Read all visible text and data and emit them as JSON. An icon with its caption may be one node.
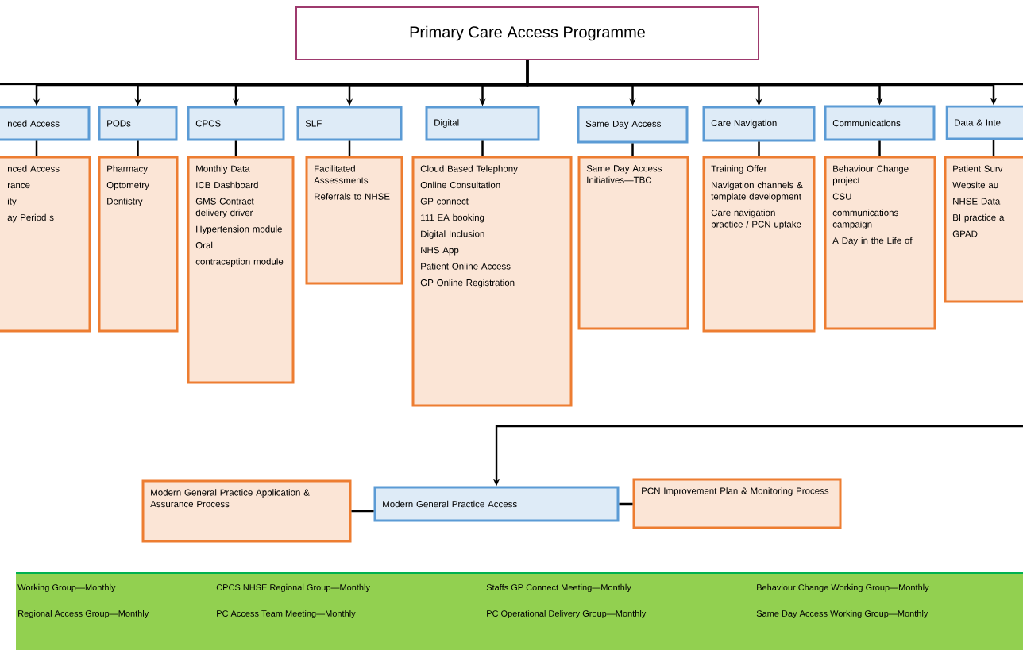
{
  "diagram": {
    "nodes": [
      {
        "text": [
          "Primary Care Access Programme"
        ]
      },
      {
        "text": [
          "nced Access"
        ]
      },
      {
        "text": [
          "nced Access",
          "rance",
          "ity",
          "ay Period s"
        ]
      },
      {
        "text": [
          "PODs"
        ]
      },
      {
        "text": [
          "Pharmacy",
          "Optometry",
          "Dentistry"
        ]
      },
      {
        "text": [
          "CPCS"
        ]
      },
      {
        "text": [
          "Monthly Data",
          "ICB Dashboard",
          "GMS Contract delivery driver",
          "Hypertension module",
          "Oral",
          "contraception module"
        ]
      },
      {
        "text": [
          "SLF"
        ]
      },
      {
        "text": [
          "Facilitated Assessments",
          "Referrals to NHSE"
        ]
      },
      {
        "text": [
          "Digital"
        ]
      },
      {
        "text": [
          "Cloud Based  Telephony",
          "Online Consultation",
          "GP connect",
          "111 EA booking",
          "Digital Inclusion",
          "NHS App",
          "Patient Online Access",
          "GP Online Registration"
        ]
      },
      {
        "text": [
          "Same Day Access"
        ]
      },
      {
        "text": [
          "Same Day Access Initiatives—TBC"
        ]
      },
      {
        "text": [
          "Care Navigation"
        ]
      },
      {
        "text": [
          "Training Offer",
          "Navigation channels & template development",
          "Care navigation practice / PCN uptake"
        ]
      },
      {
        "text": [
          "Communications"
        ]
      },
      {
        "text": [
          "Behaviour Change project",
          "CSU",
          "communications campaign",
          "A Day in the Life of"
        ]
      },
      {
        "text": [
          "Data & Inte"
        ]
      },
      {
        "text": [
          "Patient Surv",
          "Website  au",
          "NHSE Data",
          "BI practice a",
          "GPAD"
        ]
      },
      {
        "text": [
          "Modern General Practice Application & Assurance Process"
        ]
      },
      {
        "text": [
          "Modern General Practice Access"
        ]
      },
      {
        "text": [
          "PCN Improvement Plan & Monitoring Process"
        ]
      },
      {
        "text": [
          "Working Group—Monthly",
          "CPCS NHSE Regional Group—Monthly",
          "Staffs GP Connect Meeting—Monthly",
          "Behaviour Change Working Group—Monthly",
          "Regional Access Group—Monthly",
          "PC Access Team Meeting—Monthly",
          "PC Operational Delivery Group—Monthly",
          "Same Day Access Working Group—Monthly"
        ]
      }
    ],
    "edges": [
      {
        "from": 0,
        "to": 1,
        "arrow": "to"
      },
      {
        "from": 0,
        "to": 3,
        "arrow": "to"
      },
      {
        "from": 0,
        "to": 5,
        "arrow": "to"
      },
      {
        "from": 0,
        "to": 7,
        "arrow": "to"
      },
      {
        "from": 0,
        "to": 9,
        "arrow": "to"
      },
      {
        "from": 0,
        "to": 11,
        "arrow": "to"
      },
      {
        "from": 0,
        "to": 13,
        "arrow": "to"
      },
      {
        "from": 0,
        "to": 15,
        "arrow": "to"
      },
      {
        "from": 0,
        "to": 17,
        "arrow": "to"
      },
      {
        "from": 1,
        "to": 2,
        "arrow": "none"
      },
      {
        "from": 3,
        "to": 4,
        "arrow": "none"
      },
      {
        "from": 5,
        "to": 6,
        "arrow": "none"
      },
      {
        "from": 7,
        "to": 8,
        "arrow": "none"
      },
      {
        "from": 9,
        "to": 10,
        "arrow": "none"
      },
      {
        "from": 11,
        "to": 12,
        "arrow": "none"
      },
      {
        "from": 13,
        "to": 14,
        "arrow": "none"
      },
      {
        "from": 15,
        "to": 16,
        "arrow": "none"
      },
      {
        "from": 17,
        "to": 18,
        "arrow": "none"
      },
      {
        "from": 19,
        "to": 20,
        "arrow": "none"
      },
      {
        "from": 20,
        "to": 21,
        "arrow": "none"
      },
      {
        "from": null,
        "to": 20,
        "arrow": "to"
      }
    ]
  }
}
